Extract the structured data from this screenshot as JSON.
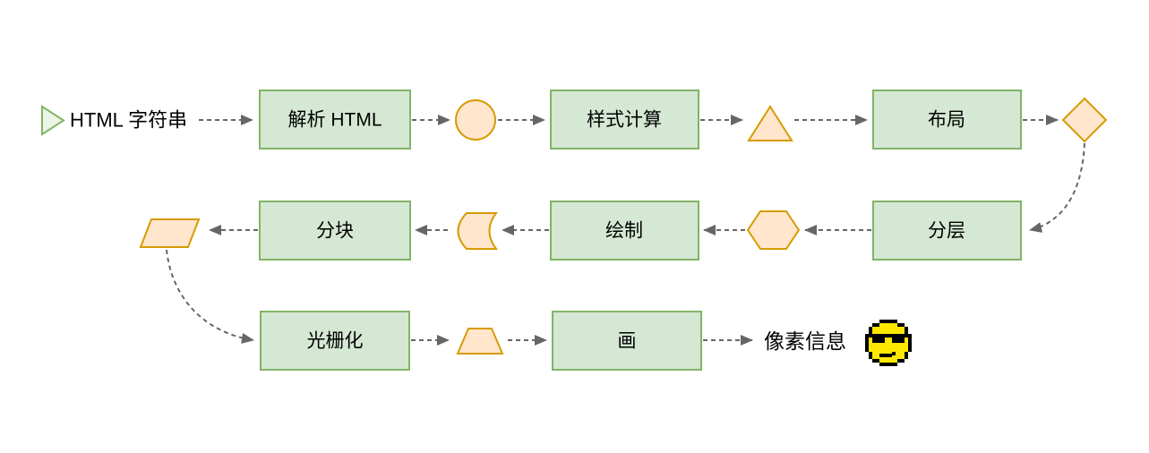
{
  "diagram": {
    "title": "browser-rendering-pipeline-flowchart",
    "background": "#ffffff",
    "palette": {
      "process_fill": "#d5e8d4",
      "process_stroke": "#82b366",
      "start_icon_fill": "#eaf5e7",
      "symbol_fill": "#ffe6cc",
      "symbol_stroke": "#d79b00",
      "connector_color": "#666666",
      "text_color": "#000000",
      "emoji_yellow": "#ffe800",
      "emoji_black": "#000000"
    },
    "start": {
      "label": "HTML 字符串",
      "icon": "play-triangle-icon"
    },
    "end": {
      "label": "像素信息",
      "icon": "cool-face-pixel-emoji"
    },
    "nodes": [
      {
        "id": "parse-html",
        "label": "解析 HTML"
      },
      {
        "id": "style-calc",
        "label": "样式计算"
      },
      {
        "id": "layout",
        "label": "布局"
      },
      {
        "id": "layering",
        "label": "分层"
      },
      {
        "id": "paint",
        "label": "绘制"
      },
      {
        "id": "tiling",
        "label": "分块"
      },
      {
        "id": "rasterize",
        "label": "光栅化"
      },
      {
        "id": "draw",
        "label": "画"
      }
    ],
    "intermediate_symbols": [
      {
        "between": [
          "解析 HTML",
          "样式计算"
        ],
        "shape": "circle"
      },
      {
        "between": [
          "样式计算",
          "布局"
        ],
        "shape": "triangle"
      },
      {
        "between": [
          "布局",
          "分层"
        ],
        "shape": "diamond"
      },
      {
        "between": [
          "分层",
          "绘制"
        ],
        "shape": "hexagon"
      },
      {
        "between": [
          "绘制",
          "分块"
        ],
        "shape": "stored-data"
      },
      {
        "between": [
          "分块",
          "光栅化"
        ],
        "shape": "parallelogram"
      },
      {
        "between": [
          "光栅化",
          "画"
        ],
        "shape": "trapezoid"
      }
    ],
    "edges": [
      {
        "from": "HTML 字符串",
        "to": "解析 HTML",
        "style": "dashed"
      },
      {
        "from": "解析 HTML",
        "to": "circle",
        "style": "dashed"
      },
      {
        "from": "circle",
        "to": "样式计算",
        "style": "dashed"
      },
      {
        "from": "样式计算",
        "to": "triangle",
        "style": "dashed"
      },
      {
        "from": "triangle",
        "to": "布局",
        "style": "dashed"
      },
      {
        "from": "布局",
        "to": "diamond",
        "style": "dashed"
      },
      {
        "from": "diamond",
        "to": "分层",
        "style": "dashed-curve"
      },
      {
        "from": "分层",
        "to": "hexagon",
        "style": "dashed"
      },
      {
        "from": "hexagon",
        "to": "绘制",
        "style": "dashed"
      },
      {
        "from": "绘制",
        "to": "stored-data",
        "style": "dashed"
      },
      {
        "from": "stored-data",
        "to": "分块",
        "style": "dashed"
      },
      {
        "from": "分块",
        "to": "parallelogram",
        "style": "dashed"
      },
      {
        "from": "parallelogram",
        "to": "光栅化",
        "style": "dashed-curve"
      },
      {
        "from": "光栅化",
        "to": "trapezoid",
        "style": "dashed"
      },
      {
        "from": "trapezoid",
        "to": "画",
        "style": "dashed"
      },
      {
        "from": "画",
        "to": "像素信息",
        "style": "dashed"
      }
    ]
  }
}
